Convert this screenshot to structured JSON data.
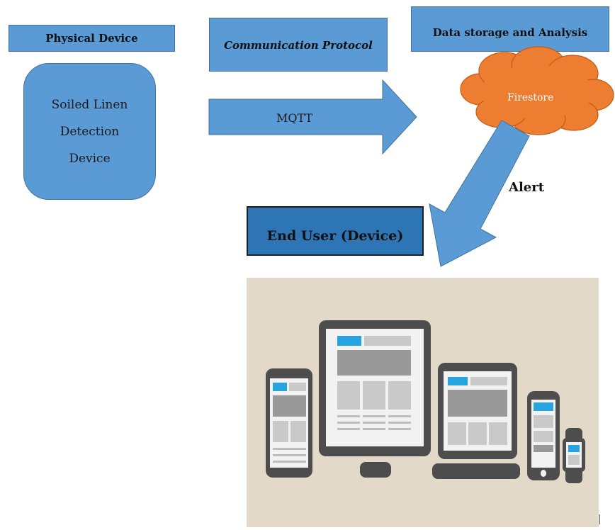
{
  "headers": {
    "physical": "Physical Device",
    "protocol": "Communication Protocol",
    "storage": "Data storage and Analysis"
  },
  "device": {
    "line1": "Soiled Linen",
    "line2": "Detection",
    "line3": "Device"
  },
  "arrows": {
    "mqtt": "MQTT",
    "alert": "Alert"
  },
  "cloud": {
    "label": "Firestore"
  },
  "end_user": {
    "label": "End User (Device)"
  },
  "colors": {
    "box_fill": "#5b9bd5",
    "end_user_fill": "#2e75b6",
    "cloud_fill": "#ed7d31",
    "devices_background": "#e3d9c8",
    "device_frame": "#4d4d4d",
    "screen_accent": "#29a3dd"
  },
  "icons": [
    "monitor-icon",
    "phone-icon",
    "tablet-icon",
    "smartphone-icon",
    "smartwatch-icon"
  ]
}
